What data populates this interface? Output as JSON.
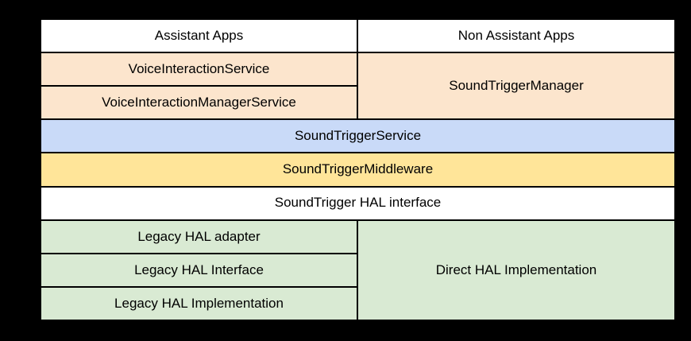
{
  "colors": {
    "background": "#000000",
    "border": "#000000",
    "text": "#000000",
    "apps_row": "#ffffff",
    "framework_api": "#fce5cd",
    "system_service": "#c9daf8",
    "middleware": "#ffe599",
    "hal_interface_row": "#ffffff",
    "hal_impl": "#d9ead3"
  },
  "cells": {
    "assistant_apps": "Assistant Apps",
    "non_assistant_apps": "Non Assistant Apps",
    "voice_interaction_service": "VoiceInteractionService",
    "voice_interaction_manager_service": "VoiceInteractionManagerService",
    "sound_trigger_manager": "SoundTriggerManager",
    "sound_trigger_service": "SoundTriggerService",
    "sound_trigger_middleware": "SoundTriggerMiddleware",
    "sound_trigger_hal_interface": "SoundTrigger HAL interface",
    "legacy_hal_adapter": "Legacy HAL adapter",
    "legacy_hal_interface": "Legacy HAL Interface",
    "legacy_hal_implementation": "Legacy HAL Implementation",
    "direct_hal_implementation": "Direct HAL Implementation"
  },
  "layout": {
    "columns": 2,
    "rows": 9,
    "merged": [
      {
        "cell": "sound_trigger_manager",
        "spans": "rows 2-3, right column"
      },
      {
        "cell": "sound_trigger_service",
        "spans": "row 4, full width"
      },
      {
        "cell": "sound_trigger_middleware",
        "spans": "row 5, full width"
      },
      {
        "cell": "sound_trigger_hal_interface",
        "spans": "row 6, full width"
      },
      {
        "cell": "direct_hal_implementation",
        "spans": "rows 7-9, right column"
      }
    ]
  }
}
